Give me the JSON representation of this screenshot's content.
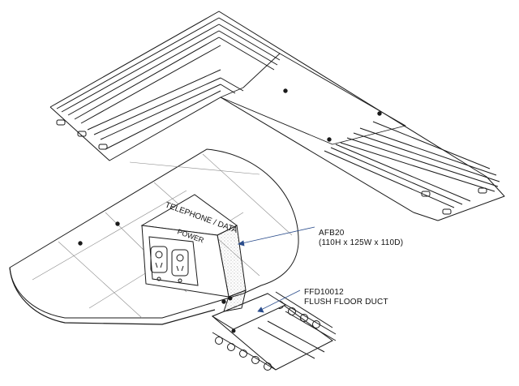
{
  "box_labels": {
    "top_face": "TELEPHONE / DATA",
    "front_face": "POWER"
  },
  "callouts": {
    "afb": {
      "code": "AFB20",
      "dims": "(110H  x 125W x 110D)"
    },
    "ffd": {
      "code": "FFD10012",
      "desc": "FLUSH FLOOR DUCT"
    }
  },
  "colors": {
    "line": "#1a1a1a",
    "stipple": "#bbbbbb"
  }
}
